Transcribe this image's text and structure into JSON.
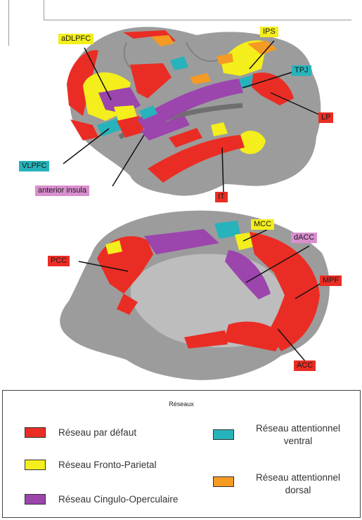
{
  "colors": {
    "default": "#ea2d24",
    "fronto_parietal": "#f3ee1c",
    "cingulo_opercular": "#9b45ad",
    "ventral_attention": "#27b3bb",
    "dorsal_attention": "#f59a23",
    "cortex": "#9c9c9c"
  },
  "labels": {
    "adlpfc": "aDLPFC",
    "ips": "IPS",
    "tpj": "TPJ",
    "lp": "LP",
    "vlpfc": "VLPFC",
    "anterior_insula": "anterior insula",
    "it": "IT",
    "mcc": "MCC",
    "dacc": "dACC",
    "pcc": "PCC",
    "mpf": "MPF",
    "acc": "ACC"
  },
  "legend": {
    "title": "Réseaux",
    "items": {
      "default": "Réseau par défaut",
      "fronto_parietal": "Réseau Fronto-Parietal",
      "cingulo_opercular": "Réseau Cingulo-Operculaire",
      "ventral_line1": "Réseau  attentionnel",
      "ventral_line2": "ventral",
      "dorsal_line1": "Réseau  attentionnel",
      "dorsal_line2": "dorsal"
    }
  }
}
